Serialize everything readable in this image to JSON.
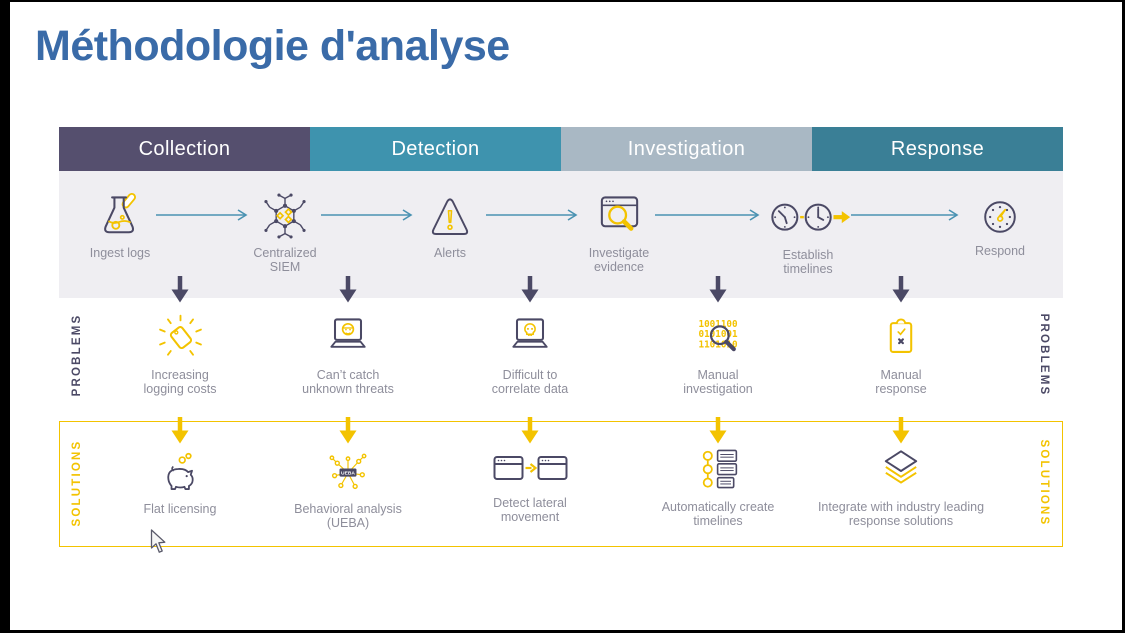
{
  "slide": {
    "title": "Méthodologie d'analyse"
  },
  "colors": {
    "title_blue": "#3a6ba8",
    "slate_dark": "#4b4965",
    "yellow": "#f3c300",
    "teal_arrow": "#4a92b2",
    "label_gray": "#8e8e9b",
    "band_gray": "#efeef2",
    "phase_collection": "#554f6e",
    "phase_detection": "#3e93ae",
    "phase_investigation": "#a9b8c4",
    "phase_response": "#3a7f96"
  },
  "phases": [
    {
      "label": "Collection"
    },
    {
      "label": "Detection"
    },
    {
      "label": "Investigation"
    },
    {
      "label": "Response"
    }
  ],
  "flow_steps": [
    {
      "label": "Ingest logs",
      "icon": "flask-icon"
    },
    {
      "label": "Centralized SIEM",
      "icon": "network-icon"
    },
    {
      "label": "Alerts",
      "icon": "alert-triangle-icon"
    },
    {
      "label": "Investigate evidence",
      "icon": "browser-search-icon"
    },
    {
      "label": "Establish timelines",
      "icon": "clocks-icon"
    },
    {
      "label": "Respond",
      "icon": "gauge-icon"
    }
  ],
  "problems": {
    "side_label": "PROBLEMS",
    "items": [
      {
        "label": "Increasing logging costs",
        "icon": "price-tag-icon"
      },
      {
        "label": "Can’t catch unknown threats",
        "icon": "laptop-burglar-icon"
      },
      {
        "label": "Difficult to correlate data",
        "icon": "laptop-skull-icon"
      },
      {
        "label": "Manual investigation",
        "icon": "binary-magnifier-icon",
        "binary": [
          "1001100",
          "0101001",
          "1101010"
        ]
      },
      {
        "label": "Manual response",
        "icon": "clipboard-icon"
      }
    ]
  },
  "solutions": {
    "side_label": "SOLUTIONS",
    "items": [
      {
        "label": "Flat licensing",
        "icon": "piggy-bank-icon"
      },
      {
        "label": "Behavioral analysis (UEBA)",
        "icon": "ueba-network-icon",
        "badge": "UEBA"
      },
      {
        "label": "Detect lateral movement",
        "icon": "lateral-windows-icon"
      },
      {
        "label": "Automatically create timelines",
        "icon": "timeline-list-icon"
      },
      {
        "label": "Integrate with industry leading response solutions",
        "icon": "layers-icon"
      }
    ]
  }
}
